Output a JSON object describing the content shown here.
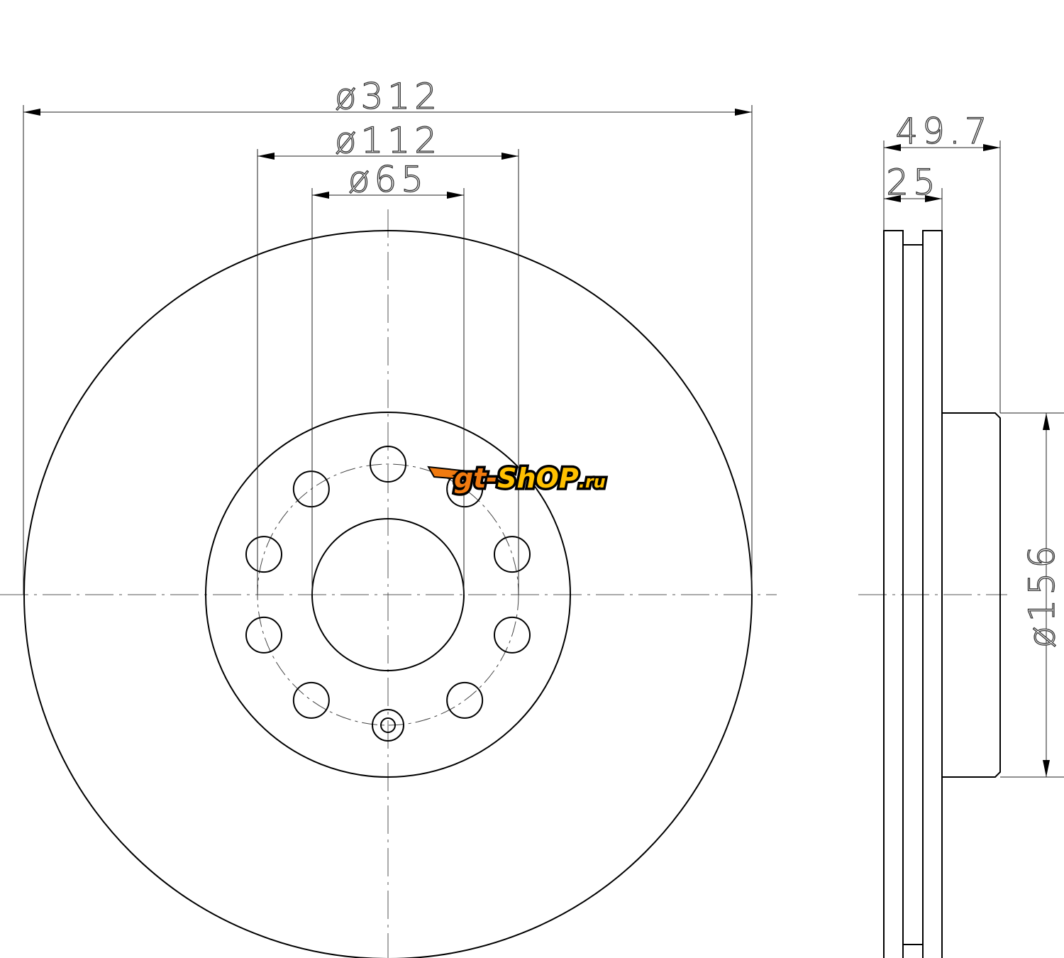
{
  "drawing": {
    "dimensions": {
      "outer_diameter": "ø312",
      "bolt_circle": "ø112",
      "center_bore": "ø65",
      "total_height": "49.7",
      "thickness": "25",
      "hat_diameter": "ø156"
    },
    "bolt_holes": 10,
    "logo": {
      "prefix": "gt-",
      "main": "ShOP",
      "suffix": ".ru",
      "colors": {
        "prefix": "#f07a10",
        "main": "#ffc000"
      }
    }
  }
}
